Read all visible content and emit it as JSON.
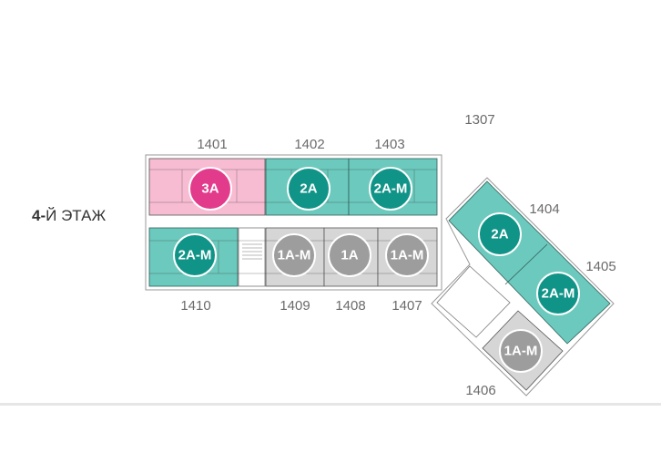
{
  "floor_title": {
    "number": "4-",
    "label": "Й ЭТАЖ"
  },
  "colors": {
    "teal_fill": "#6cc9bd",
    "teal_badge": "#119488",
    "pink_fill": "#f7bcd2",
    "pink_badge": "#e33b8c",
    "gray_fill": "#d6d6d6",
    "gray_badge": "#9d9d9d"
  },
  "units": [
    {
      "number": "1401",
      "type": "3A",
      "status": "pink"
    },
    {
      "number": "1402",
      "type": "2A",
      "status": "teal"
    },
    {
      "number": "1403",
      "type": "2A-M",
      "status": "teal"
    },
    {
      "number": "1404",
      "type": "2A",
      "status": "teal"
    },
    {
      "number": "1405",
      "type": "2A-M",
      "status": "teal"
    },
    {
      "number": "1406",
      "type": "1A-M",
      "status": "gray"
    },
    {
      "number": "1407",
      "type": "1A-M",
      "status": "gray"
    },
    {
      "number": "1408",
      "type": "1A",
      "status": "gray"
    },
    {
      "number": "1409",
      "type": "1A-M",
      "status": "gray"
    },
    {
      "number": "1410",
      "type": "2A-M",
      "status": "teal"
    }
  ],
  "other_labels": {
    "neighbor": "1307"
  }
}
